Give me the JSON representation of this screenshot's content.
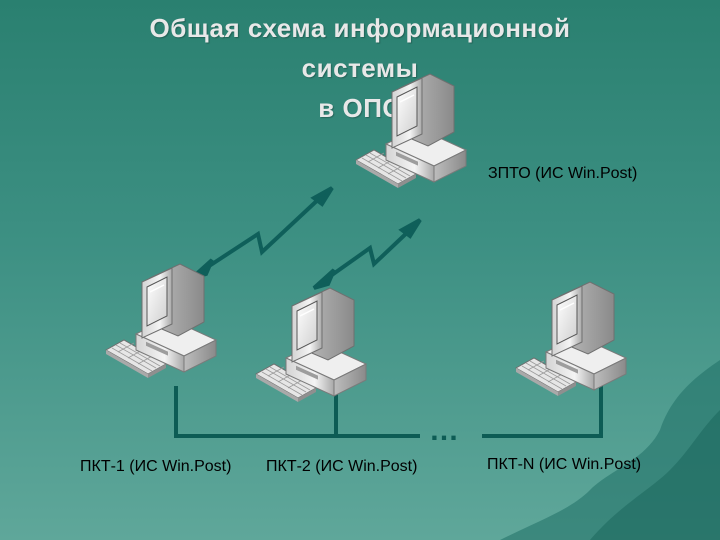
{
  "slide": {
    "title_lines": [
      "Общая схема информационной",
      "системы",
      "в ОПС"
    ]
  },
  "nodes": {
    "server": {
      "label": "ЗПТО (ИС Win.Post)",
      "icon": "desktop-computer-icon"
    },
    "pkt1": {
      "label": "ПКТ-1 (ИС Win.Post)",
      "icon": "desktop-computer-icon"
    },
    "pkt2": {
      "label": "ПКТ-2 (ИС Win.Post)",
      "icon": "desktop-computer-icon"
    },
    "pktn": {
      "label": "ПКТ-N (ИС Win.Post)",
      "icon": "desktop-computer-icon"
    }
  },
  "ellipsis": "…",
  "colors": {
    "background": "#3d9083",
    "title": "#e8e8e8",
    "line": "#0d5c55",
    "arrow": "#0f5f5a"
  }
}
